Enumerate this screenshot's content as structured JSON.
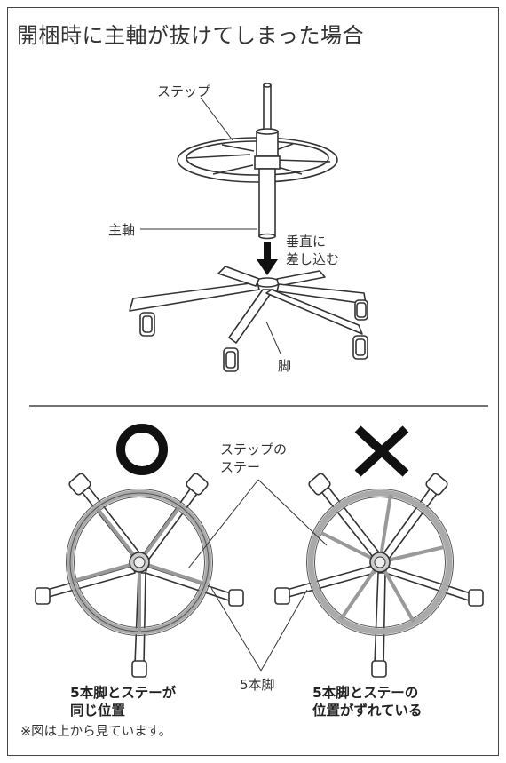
{
  "title": "開梱時に主軸が抜けてしまった場合",
  "labels": {
    "step": "ステップ",
    "shaft": "主軸",
    "insert_line1": "垂直に",
    "insert_line2": "差し込む",
    "leg": "脚",
    "stay_line1": "ステップの",
    "stay_line2": "ステー",
    "five_legs": "5本脚"
  },
  "marks": {
    "correct": "O",
    "wrong": "X"
  },
  "captions": {
    "left_line1": "5本脚とステーが",
    "left_line2": "同じ位置",
    "right_line1": "5本脚とステーの",
    "right_line2": "位置がずれている"
  },
  "note": "※図は上から見ています。"
}
